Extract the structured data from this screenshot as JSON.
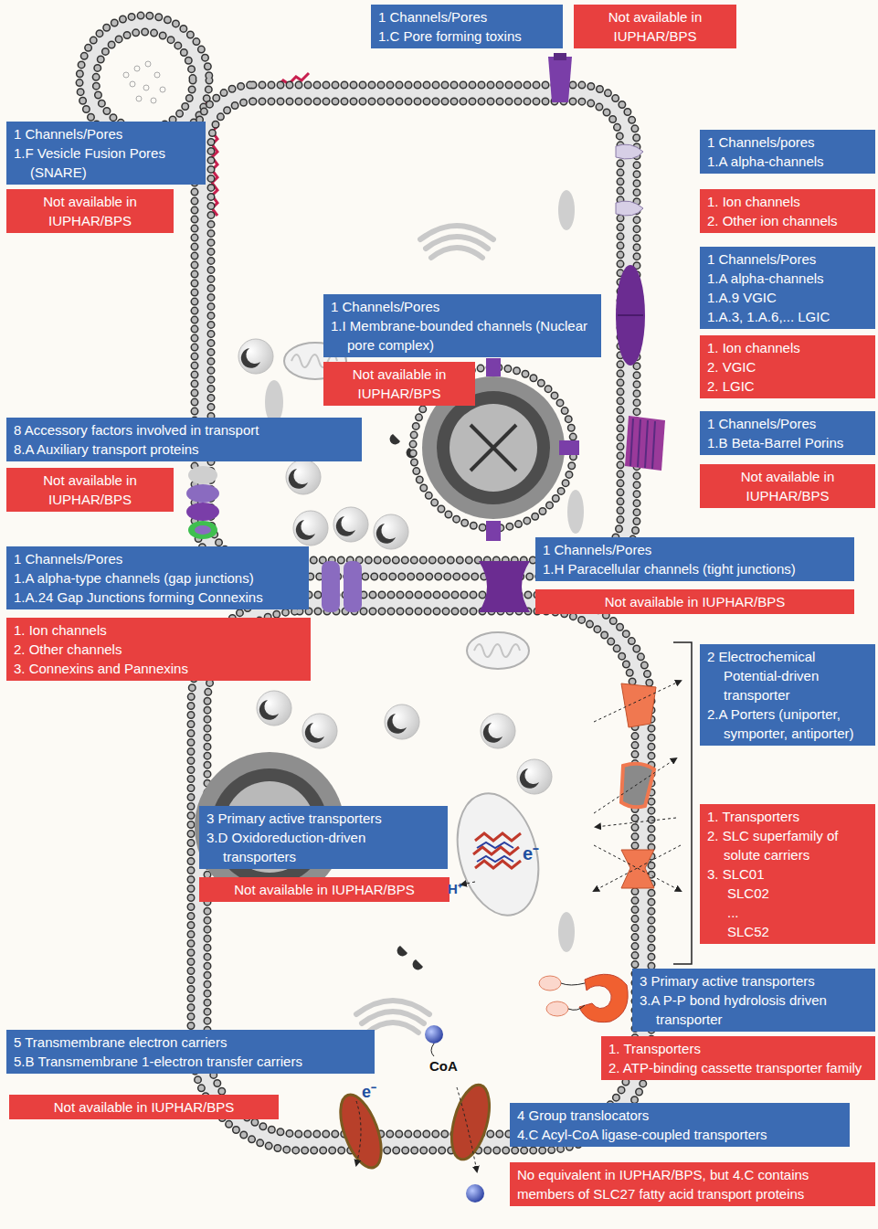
{
  "diagram": {
    "nodes": [
      {
        "text": [
          "1 Channels/Pores",
          "1.C Pore forming toxins"
        ]
      },
      {
        "text": [
          "Not available in IUPHAR/BPS"
        ]
      },
      {
        "text": [
          "1 Channels/Pores",
          "1.F Vesicle Fusion Pores (SNARE)"
        ]
      },
      {
        "text": [
          "Not available in IUPHAR/BPS"
        ]
      },
      {
        "text": [
          "1 Channels/pores",
          "1.A alpha-channels"
        ]
      },
      {
        "text": [
          "1. Ion channels",
          "2. Other ion channels"
        ]
      },
      {
        "text": [
          "1 Channels/Pores",
          "1.A alpha-channels",
          "1.A.9 VGIC",
          "1.A.3, 1.A.6,... LGIC"
        ]
      },
      {
        "text": [
          "1. Ion channels",
          "2. VGIC",
          "2. LGIC"
        ]
      },
      {
        "text": [
          "1 Channels/Pores",
          "1.I Membrane-bounded channels (Nuclear pore complex)"
        ]
      },
      {
        "text": [
          "Not available in IUPHAR/BPS"
        ]
      },
      {
        "text": [
          "8 Accessory factors involved in transport",
          "8.A Auxiliary transport proteins"
        ]
      },
      {
        "text": [
          "Not available in IUPHAR/BPS"
        ]
      },
      {
        "text": [
          "1 Channels/Pores",
          "1.B Beta-Barrel Porins"
        ]
      },
      {
        "text": [
          "Not available in IUPHAR/BPS"
        ]
      },
      {
        "text": [
          "1 Channels/Pores",
          "1.A alpha-type channels (gap junctions)",
          "1.A.24 Gap Junctions forming Connexins"
        ]
      },
      {
        "text": [
          "1. Ion channels",
          "2. Other channels",
          "3. Connexins and Pannexins"
        ]
      },
      {
        "text": [
          "1 Channels/Pores",
          "1.H Paracellular channels (tight junctions)"
        ]
      },
      {
        "text": [
          "Not available in IUPHAR/BPS"
        ]
      },
      {
        "text": [
          "2 Electrochemical Potential-driven transporter",
          "2.A Porters (uniporter, symporter, antiporter)"
        ]
      },
      {
        "text": [
          "1. Transporters",
          "2. SLC superfamily of solute carriers",
          "3. SLC01",
          "SLC02",
          "...",
          "SLC52"
        ]
      },
      {
        "text": [
          "3 Primary active transporters",
          "3.D Oxidoreduction-driven transporters"
        ]
      },
      {
        "text": [
          "Not available in IUPHAR/BPS"
        ]
      },
      {
        "text": [
          "3 Primary active transporters",
          "3.A P-P bond hydrolosis driven transporter"
        ]
      },
      {
        "text": [
          "1. Transporters",
          "2. ATP-binding cassette transporter family"
        ]
      },
      {
        "text": [
          "5 Transmembrane electron carriers",
          "5.B Transmembrane 1-electron transfer carriers"
        ]
      },
      {
        "text": [
          "Not available in IUPHAR/BPS"
        ]
      },
      {
        "text": [
          "4 Group translocators",
          "4.C Acyl-CoA ligase-coupled transporters"
        ]
      },
      {
        "text": [
          "No equivalent in IUPHAR/BPS, but 4.C contains members of SLC27 fatty acid transport proteins"
        ]
      }
    ],
    "labels": [
      "e⁻",
      "H⁺",
      "CoA",
      "e⁻"
    ]
  }
}
